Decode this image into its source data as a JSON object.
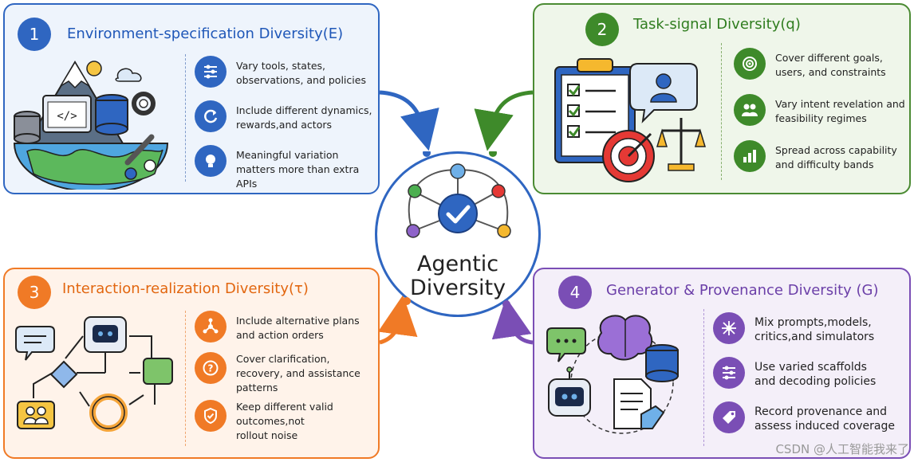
{
  "center": {
    "line1": "Agentic",
    "line2": "Diversity"
  },
  "panels": [
    {
      "number": "1",
      "title": "Environment-specification Diversity(E)",
      "accent": "#2f66c1",
      "items": [
        {
          "icon": "sliders-icon",
          "text": "Vary tools, states, observations, and policies"
        },
        {
          "icon": "refresh-cycle-icon",
          "text": "Include different dynamics, rewards,and actors"
        },
        {
          "icon": "lightbulb-icon",
          "text": "Meaningful variation matters more than extra APIs"
        }
      ]
    },
    {
      "number": "2",
      "title": "Task-signal Diversity(q)",
      "accent": "#3e8a2a",
      "items": [
        {
          "icon": "target-icon",
          "text": "Cover different goals, users, and constraints"
        },
        {
          "icon": "users-icon",
          "text": "Vary intent revelation and feasibility regimes"
        },
        {
          "icon": "bar-chart-icon",
          "text": "Spread across capability and difficulty bands"
        }
      ]
    },
    {
      "number": "3",
      "title": "Interaction-realization Diversity(τ)",
      "accent": "#f07a26",
      "items": [
        {
          "icon": "branch-network-icon",
          "text": "Include alternative plans and action orders"
        },
        {
          "icon": "question-help-icon",
          "text": "Cover clarification, recovery, and assistance patterns"
        },
        {
          "icon": "shield-check-icon",
          "text": "Keep different valid outcomes,not rollout noise"
        }
      ]
    },
    {
      "number": "4",
      "title": "Generator & Provenance Diversity (G)",
      "accent": "#7a4eb5",
      "items": [
        {
          "icon": "hub-network-icon",
          "text": "Mix prompts,models, critics,and simulators"
        },
        {
          "icon": "sliders-icon",
          "text": "Use varied scaffolds and decoding policies"
        },
        {
          "icon": "tag-icon",
          "text": "Record provenance and assess induced coverage"
        }
      ]
    }
  ],
  "watermark": "CSDN @人工智能我来了"
}
